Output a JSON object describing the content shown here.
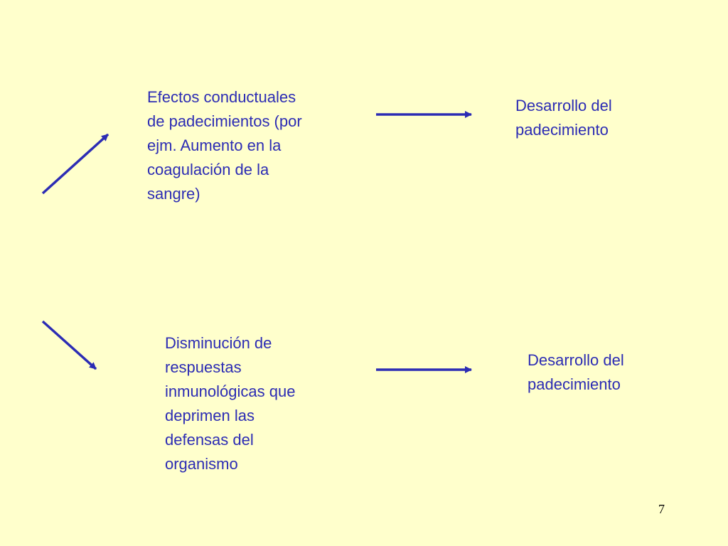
{
  "colors": {
    "background": "#ffffcc",
    "text": "#2c2cb4",
    "arrow": "#2c2cb4",
    "page_number": "#000000"
  },
  "nodes": {
    "top_middle": {
      "lines": [
        "Efectos conductuales",
        "de padecimientos (por",
        "ejm. Aumento en la",
        "coagulación de la",
        "sangre)"
      ]
    },
    "top_right": {
      "lines": [
        "Desarrollo del",
        "padecimiento"
      ]
    },
    "bottom_middle": {
      "lines": [
        "Disminución de",
        "respuestas",
        "inmunológicas que",
        "deprimen las",
        "defensas del",
        "organismo"
      ]
    },
    "bottom_right": {
      "lines": [
        "Desarrollo del",
        "padecimiento"
      ]
    }
  },
  "page_number": "7"
}
